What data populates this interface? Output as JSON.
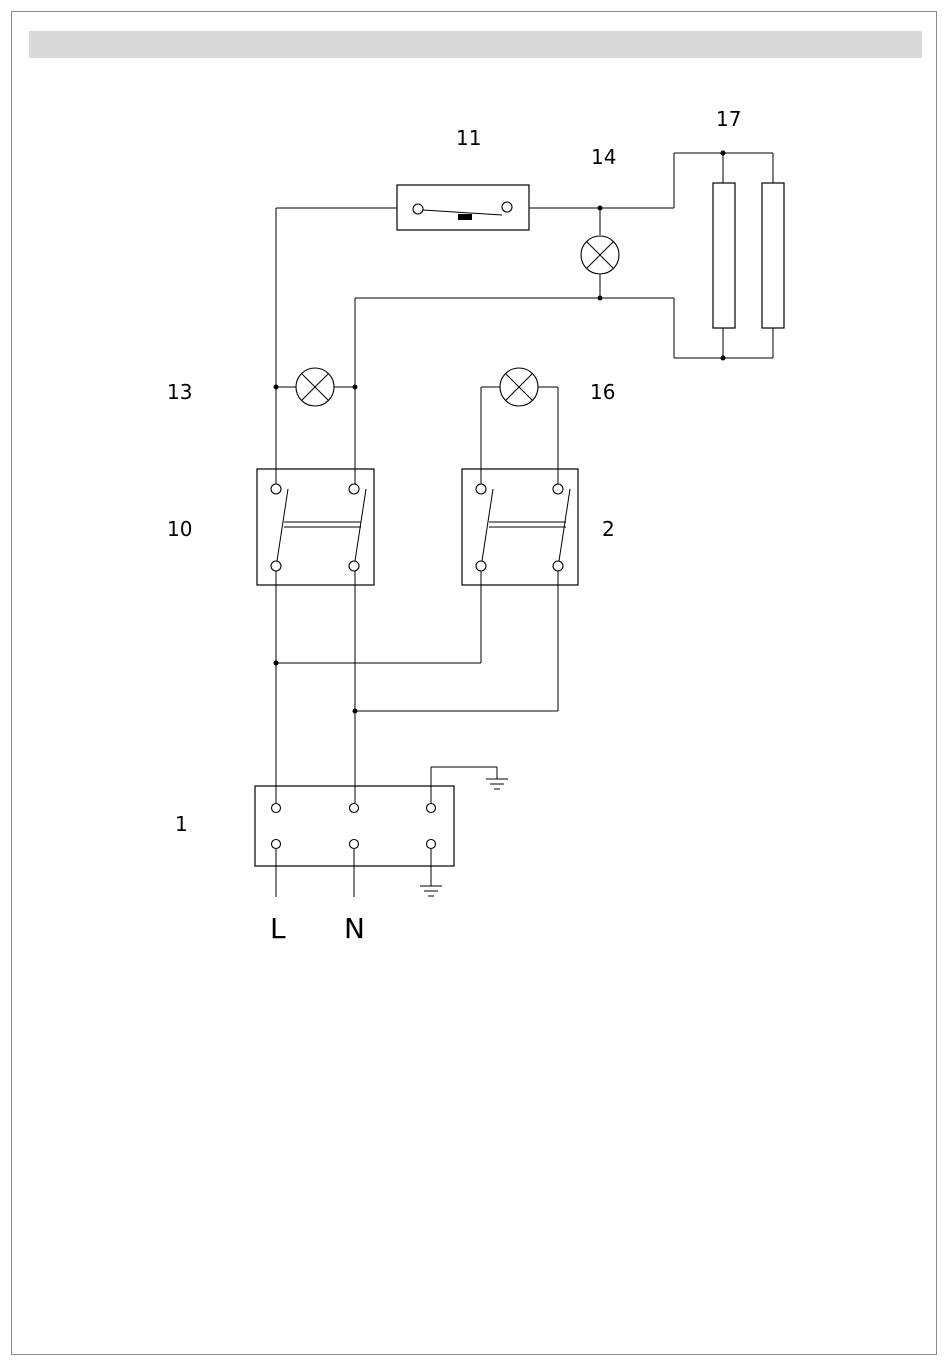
{
  "labels": {
    "c1": "1",
    "c2": "2",
    "c10": "10",
    "c11": "11",
    "c13": "13",
    "c14": "14",
    "c16": "16",
    "c17": "17",
    "line": "L",
    "neutral": "N"
  }
}
